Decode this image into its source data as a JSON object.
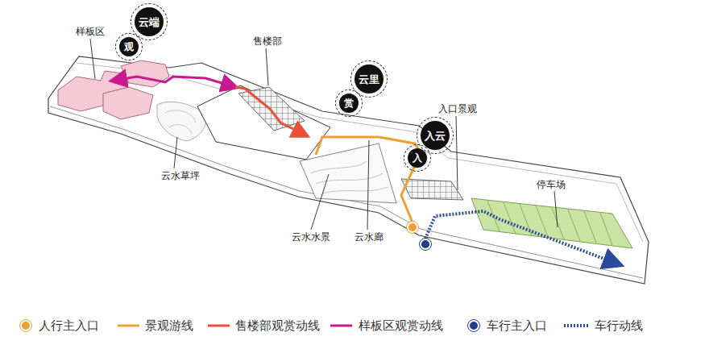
{
  "diagram": {
    "nodes": [
      {
        "text": [
          "云端"
        ]
      },
      {
        "text": [
          "观"
        ]
      },
      {
        "text": [
          "云里"
        ]
      },
      {
        "text": [
          "赏"
        ]
      },
      {
        "text": [
          "入云"
        ]
      },
      {
        "text": [
          "入"
        ]
      }
    ],
    "labels": [
      "样板区",
      "售楼部",
      "云水草坪",
      "云水水景",
      "云水廊",
      "入口景观",
      "停车场"
    ],
    "legend": [
      {
        "text": "人行主入口"
      },
      {
        "text": "景观游线"
      },
      {
        "text": "售楼部观赏动线"
      },
      {
        "text": "样板区观赏动线"
      },
      {
        "text": "车行主入口"
      },
      {
        "text": "车行动线"
      }
    ]
  }
}
